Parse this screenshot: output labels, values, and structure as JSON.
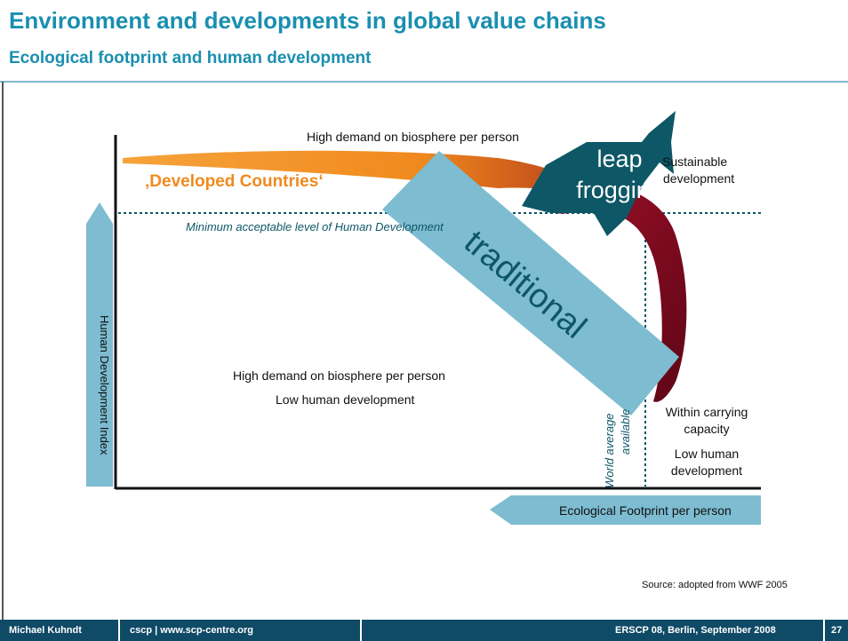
{
  "slide": {
    "title": "Environment and developments in global value chains",
    "subtitle": "Ecological footprint and human development"
  },
  "diagram": {
    "top_label": "High demand on biosphere per person",
    "developed_countries": "‚Developed Countries‘",
    "sustainable_dev_1": "Sustainable",
    "sustainable_dev_2": "development",
    "min_level": "Minimum acceptable level of Human Development",
    "mid_label_1": "High demand on biosphere per person",
    "mid_label_2": "Low human development",
    "within_capacity_1": "Within carrying",
    "within_capacity_2": "capacity",
    "low_human_1": "Low human",
    "low_human_2": "development",
    "world_avail_1": "World average",
    "world_avail_2": "available",
    "y_axis_label": "Human Development Index",
    "x_axis_label": "Ecological Footprint per person",
    "arrow_traditional": "traditional",
    "arrow_leap_1": "leap",
    "arrow_leap_2": "frogging",
    "source": "Source: adopted from WWF 2005",
    "colors": {
      "teal_arrow": "#7dbcd1",
      "dark_teal": "#0d5766",
      "orange": "#f29a2e",
      "crimson": "#8c0f24"
    }
  },
  "footer": {
    "author": "Michael Kuhndt",
    "org": "cscp | www.scp-centre.org",
    "event": "ERSCP 08, Berlin, September 2008",
    "page": "27"
  }
}
